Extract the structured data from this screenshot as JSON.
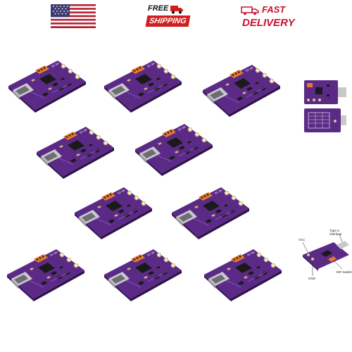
{
  "badges": {
    "free_shipping": {
      "line1": "FREE",
      "line2": "SHIPPING"
    },
    "fast_delivery": {
      "line1": "FAST",
      "line2": "DELIVERY"
    }
  },
  "colors": {
    "board_purple": "#5b2a86",
    "board_dark": "#3e1a62",
    "usb_metal": "#c9c9cc",
    "chip_black": "#1a1a1a",
    "accent_red": "#c8102e"
  },
  "board_label": "5V 3A",
  "callout": {
    "vcc": "VCC",
    "type_c": "Type-C interface",
    "gnd": "GND",
    "dip": "DIP Switch"
  }
}
